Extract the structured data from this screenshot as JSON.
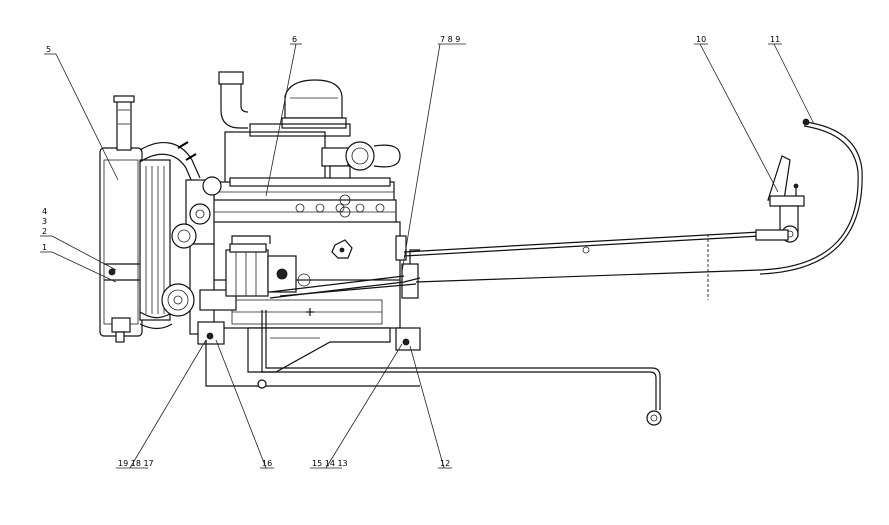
{
  "callouts": {
    "c1": "1",
    "c2": "2",
    "c3": "3",
    "c4": "4",
    "c5": "5",
    "c6": "6",
    "c789": "7 8 9",
    "c10": "10",
    "c11": "11",
    "c12": "12",
    "c151413": "15 14 13",
    "c16": "16",
    "c191817": "19 18 17"
  }
}
